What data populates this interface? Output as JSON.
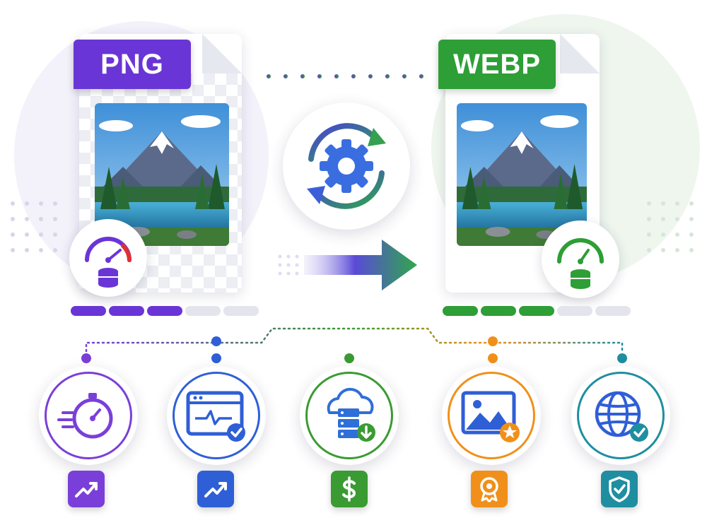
{
  "source_format": {
    "label": "PNG",
    "color": "#6a35d6"
  },
  "target_format": {
    "label": "WEBP",
    "color": "#2e9e36"
  },
  "source_size_bar": {
    "filled_segments": 3,
    "total_segments": 5,
    "fill_color": "#6a35d6"
  },
  "target_size_bar": {
    "filled_segments": 3,
    "total_segments": 5,
    "fill_color": "#2e9e36"
  },
  "features": [
    {
      "icon": "stopwatch-icon",
      "badge_icon": "trend-up-icon",
      "color": "#7a3fd8"
    },
    {
      "icon": "browser-performance-icon",
      "badge_icon": "trend-up-icon",
      "color": "#2f5fd6"
    },
    {
      "icon": "cloud-storage-download-icon",
      "badge_icon": "dollar-icon",
      "color": "#3a9b32"
    },
    {
      "icon": "image-quality-icon",
      "badge_icon": "award-icon",
      "color": "#f0901a"
    },
    {
      "icon": "globe-check-icon",
      "badge_icon": "shield-check-icon",
      "color": "#1f8ea0"
    }
  ]
}
